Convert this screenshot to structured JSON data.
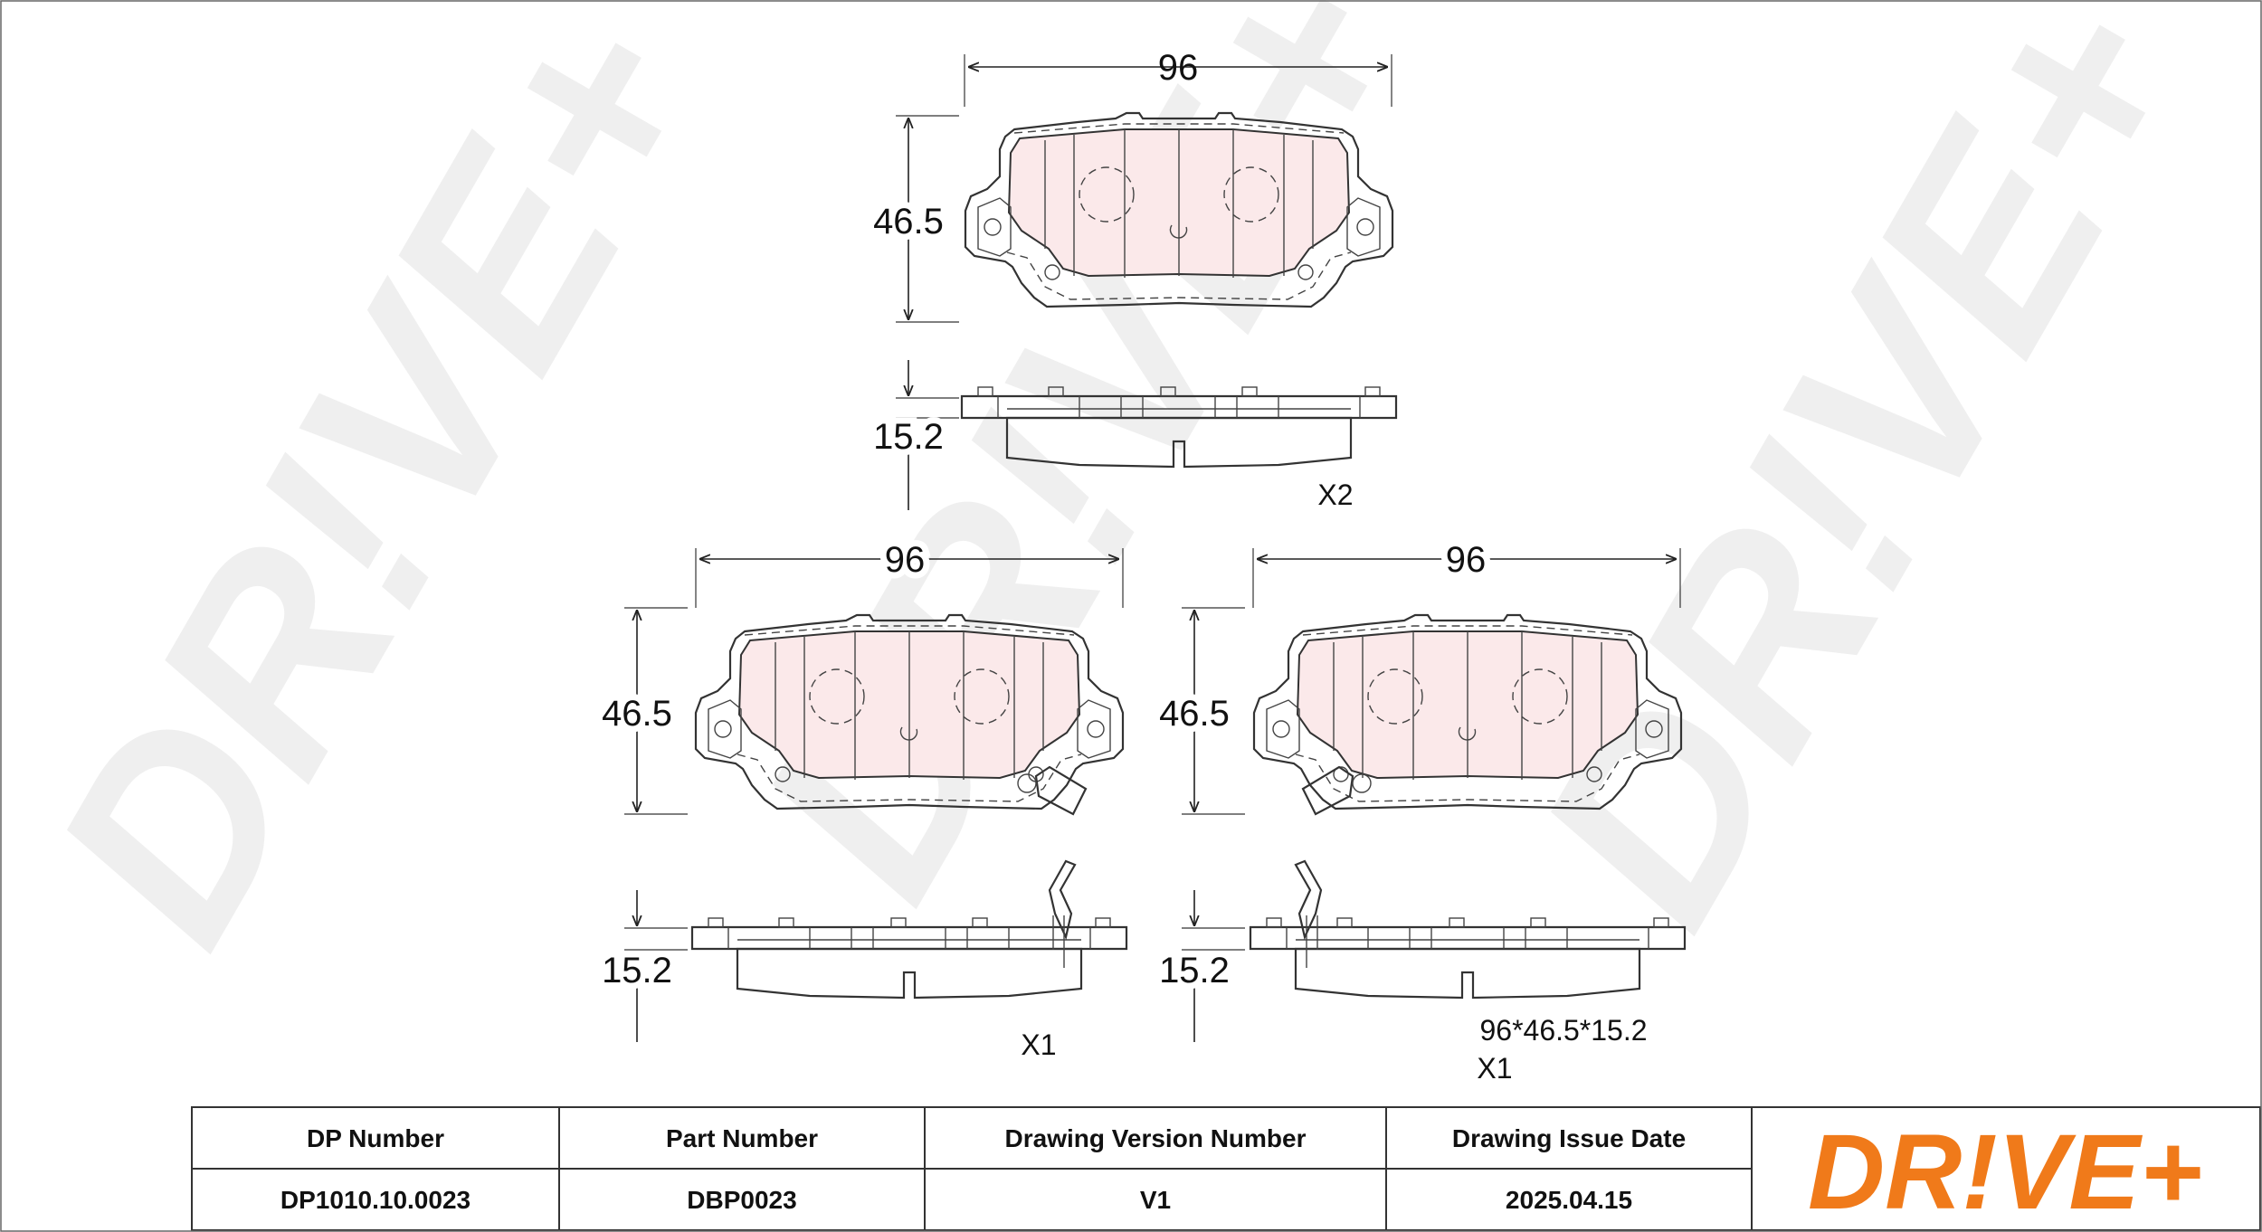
{
  "brand": {
    "logo_text": "DR!VE+",
    "watermark_text": "DR!VE+",
    "logo_color": "#f07a1a"
  },
  "views": [
    {
      "width": "96",
      "height": "46.5",
      "thickness": "15.2",
      "quantity": "X2",
      "wear_indicator": "none"
    },
    {
      "width": "96",
      "height": "46.5",
      "thickness": "15.2",
      "quantity": "X1",
      "wear_indicator": "right"
    },
    {
      "width": "96",
      "height": "46.5",
      "thickness": "15.2",
      "quantity": "X1",
      "wear_indicator": "left",
      "size_note": "96*46.5*15.2"
    }
  ],
  "info_table": {
    "headers": [
      "DP Number",
      "Part Number",
      "Drawing Version Number",
      "Drawing Issue Date"
    ],
    "values": [
      "DP1010.10.0023",
      "DBP0023",
      "V1",
      "2025.04.15"
    ]
  }
}
